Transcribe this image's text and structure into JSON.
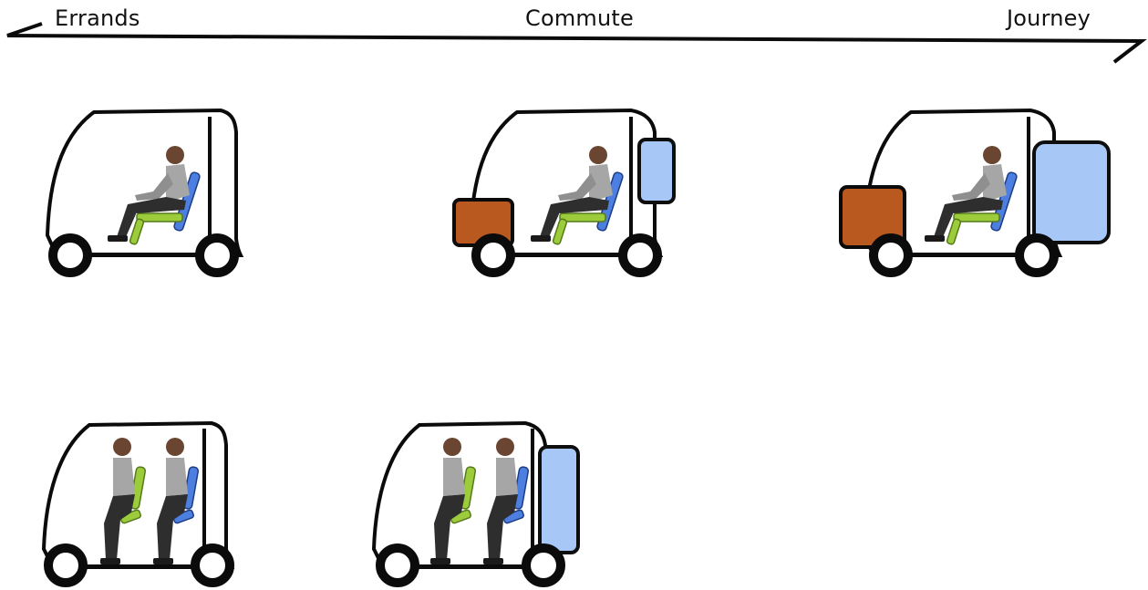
{
  "scale": {
    "left_label": "Errands",
    "center_label": "Commute",
    "right_label": "Journey"
  },
  "colors": {
    "outline": "#0b0b0b",
    "front_cargo": "#b9581f",
    "rear_cargo": "#a7c8f7",
    "rear_cargo_stroke": "#0e0e0e",
    "green_seat": "#9ccc3c",
    "blue_seat": "#4d7fe0",
    "skin": "#6a4531",
    "shirt": "#a6a6a6",
    "pants": "#2e2e2e"
  },
  "vehicles": [
    {
      "id": "errands-seated-single",
      "occupants": 1,
      "posture": "seated",
      "front_cargo": false,
      "rear_cargo": "none"
    },
    {
      "id": "commute-seated-small-cargo",
      "occupants": 1,
      "posture": "seated",
      "front_cargo": true,
      "rear_cargo": "small"
    },
    {
      "id": "journey-seated-large-cargo",
      "occupants": 1,
      "posture": "seated",
      "front_cargo": true,
      "rear_cargo": "large"
    },
    {
      "id": "errands-standing-pair",
      "occupants": 2,
      "posture": "standing",
      "front_cargo": false,
      "rear_cargo": "none"
    },
    {
      "id": "commute-standing-pair-cargo",
      "occupants": 2,
      "posture": "standing",
      "front_cargo": false,
      "rear_cargo": "tall"
    }
  ]
}
